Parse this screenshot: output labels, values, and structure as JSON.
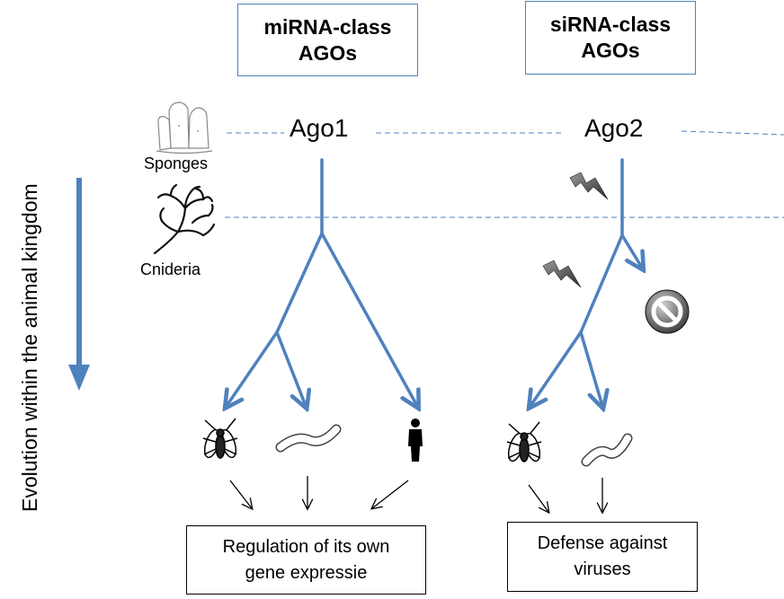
{
  "boxes": {
    "mirna": {
      "line1": "miRNA-class",
      "line2": "AGOs"
    },
    "sirna": {
      "line1": "siRNA-class",
      "line2": "AGOs"
    }
  },
  "ago": {
    "left": "Ago1",
    "right": "Ago2"
  },
  "taxa": {
    "sponges": "Sponges",
    "cnideria": "Cnideria"
  },
  "axis_label": "Evolution within the animal kingdom",
  "outcomes": {
    "left": {
      "line1": "Regulation of its own",
      "line2": "gene expressie"
    },
    "right": {
      "line1": "Defense against",
      "line2": "viruses"
    }
  },
  "icons": [
    "sponge-icon",
    "coral-icon",
    "fly-icon",
    "worm-icon",
    "human-icon",
    "lightning-icon",
    "no-entry-icon"
  ],
  "colors": {
    "tree": "#4f81bd",
    "dashed": "#4f81bd",
    "box_border": "#4f81bd"
  }
}
